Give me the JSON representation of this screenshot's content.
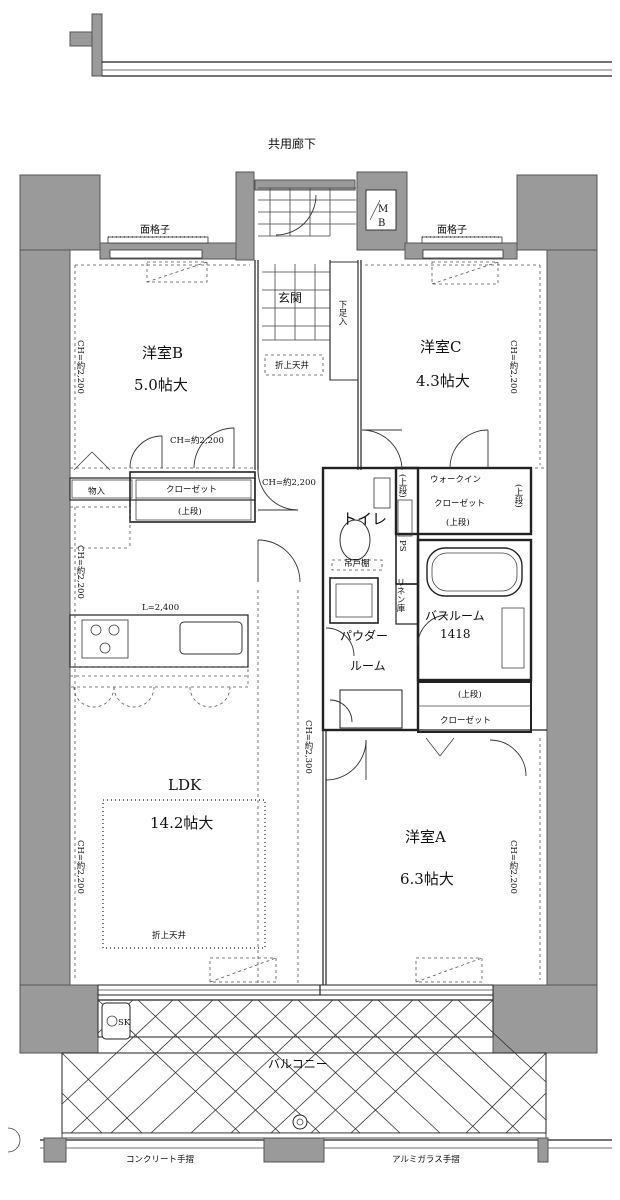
{
  "header": {
    "corridor": "共用廊下"
  },
  "rooms": {
    "western_b": {
      "name": "洋室B",
      "size": "5.0帖大"
    },
    "western_c": {
      "name": "洋室C",
      "size": "4.3帖大"
    },
    "western_a": {
      "name": "洋室A",
      "size": "6.3帖大"
    },
    "ldk": {
      "name": "LDK",
      "size": "14.2帖大"
    },
    "entrance": "玄関",
    "shoe": "下足入",
    "toilet": "トイレ",
    "powder": "パウダー",
    "powder2": "ルーム",
    "bath": "バスルーム",
    "bath_size": "1418",
    "balcony": "バルコニー"
  },
  "labels": {
    "lattice_left": "面格子",
    "lattice_right": "面格子",
    "mb": "M\nB",
    "mb_m": "M",
    "mb_b": "B",
    "fold_ceiling_entry": "折上天井",
    "fold_ceiling_ldk": "折上天井",
    "ch_2200_b": "CH=約2,200",
    "ch_2200_c": "CH=約2,200",
    "ch_2200_ldk_top": "CH=約2,200",
    "ch_2200_ldk_bottom": "CH=約2,200",
    "ch_2200_a": "CH=約2,200",
    "ch_2200_mid": "CH=約2,200",
    "ch_2200_hall": "CH=約2,200",
    "ch_2300": "CH=約2,300",
    "storage": "物入",
    "closet_b": "クローゼット",
    "closet_b_upper": "(上段)",
    "walkin": "ウォークイン",
    "closet_c": "クローゼット",
    "closet_c_upper": "(上段)",
    "upper_l": "(上段)",
    "upper_r": "(上段)",
    "ps": "PS",
    "cupboard": "吊戸棚",
    "linen": "リネン庫",
    "kitchen_len": "L=2,400",
    "closet_a_upper": "(上段)",
    "closet_a": "クローゼット",
    "sk": "SK",
    "concrete_rail": "コンクリート手摺",
    "aluminum_rail": "アルミガラス手摺"
  },
  "colors": {
    "wall": "#9a9a9a",
    "line": "#222222"
  }
}
